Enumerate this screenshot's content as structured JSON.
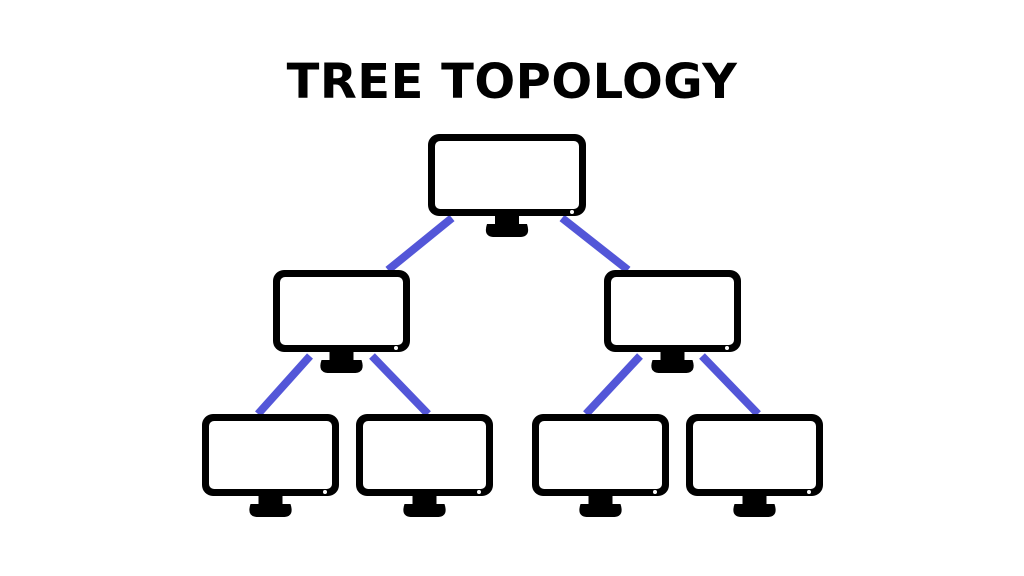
{
  "title": "TREE TOPOLOGY",
  "colors": {
    "background": "#ffffff",
    "monitor_frame": "#000000",
    "screen": "#ffffff",
    "link": "#5356d8"
  },
  "nodes": [
    {
      "id": "root",
      "level": 0,
      "icon": "monitor-icon"
    },
    {
      "id": "left-hub",
      "level": 1,
      "icon": "monitor-icon"
    },
    {
      "id": "right-hub",
      "level": 1,
      "icon": "monitor-icon"
    },
    {
      "id": "leaf-1",
      "level": 2,
      "icon": "monitor-icon"
    },
    {
      "id": "leaf-2",
      "level": 2,
      "icon": "monitor-icon"
    },
    {
      "id": "leaf-3",
      "level": 2,
      "icon": "monitor-icon"
    },
    {
      "id": "leaf-4",
      "level": 2,
      "icon": "monitor-icon"
    }
  ],
  "links": [
    {
      "from": "root",
      "to": "left-hub"
    },
    {
      "from": "root",
      "to": "right-hub"
    },
    {
      "from": "left-hub",
      "to": "leaf-1"
    },
    {
      "from": "left-hub",
      "to": "leaf-2"
    },
    {
      "from": "right-hub",
      "to": "leaf-3"
    },
    {
      "from": "right-hub",
      "to": "leaf-4"
    }
  ]
}
